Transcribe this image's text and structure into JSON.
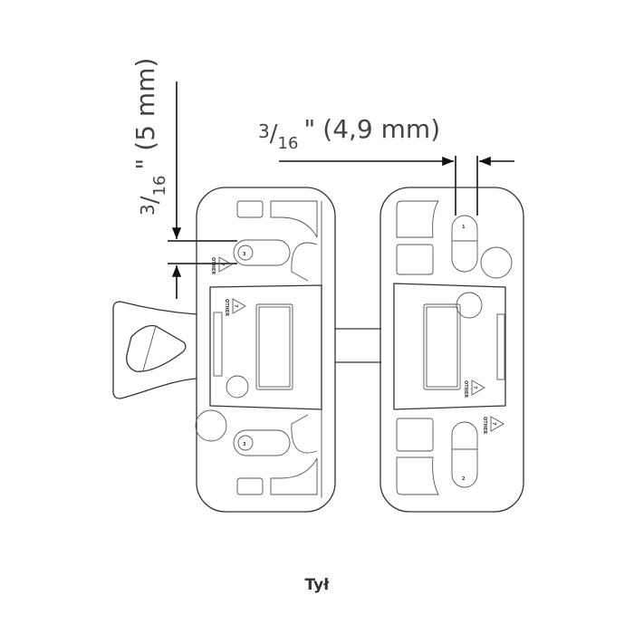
{
  "dimension_vertical": {
    "numerator": "3",
    "denominator": "16",
    "inch_mark": "\"",
    "metric": "(5 mm)"
  },
  "dimension_horizontal": {
    "numerator": "3",
    "denominator": "16",
    "inch_mark": "\"",
    "metric": "(4,9 mm)"
  },
  "recycle_mark": {
    "code": "7",
    "label": "OTHER"
  },
  "slot_numbers": {
    "left_top": "3",
    "left_bottom": "3",
    "right_top": "1",
    "right_bottom": "2"
  },
  "caption": "Tył"
}
